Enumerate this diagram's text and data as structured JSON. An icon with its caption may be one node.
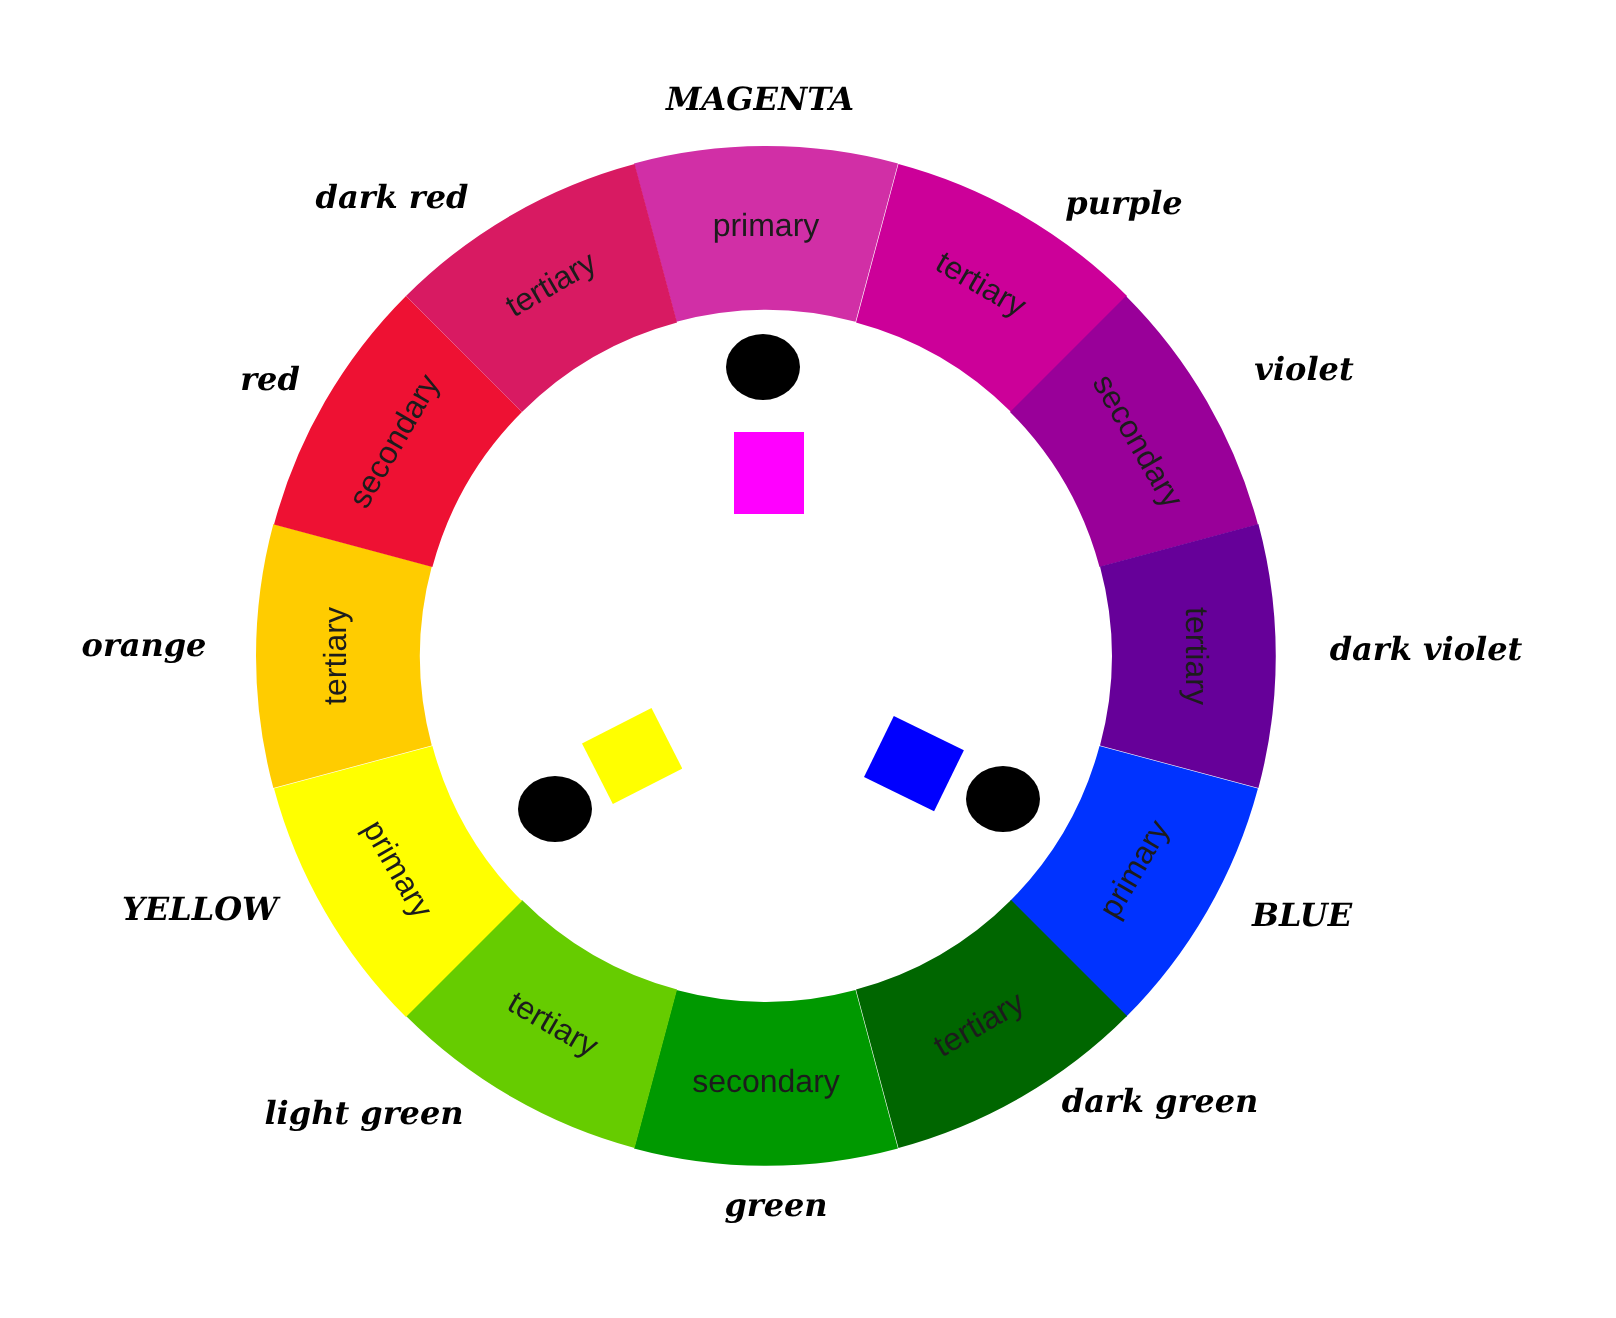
{
  "diagram": {
    "nodes": [
      {
        "text": [
          "primary"
        ],
        "beside": [
          "MAGENTA"
        ]
      },
      {
        "text": [
          "tertiary"
        ],
        "beside": [
          "purple"
        ]
      },
      {
        "text": [
          "secondary"
        ],
        "beside": [
          "violet"
        ]
      },
      {
        "text": [
          "tertiary"
        ],
        "beside": [
          "dark violet"
        ]
      },
      {
        "text": [
          "primary"
        ],
        "beside": [
          "BLUE"
        ]
      },
      {
        "text": [
          "tertiary"
        ],
        "beside": [
          "dark green"
        ]
      },
      {
        "text": [
          "secondary"
        ],
        "beside": [
          "green"
        ]
      },
      {
        "text": [
          "tertiary"
        ],
        "beside": [
          "light green"
        ]
      },
      {
        "text": [
          "primary"
        ],
        "beside": [
          "YELLOW"
        ]
      },
      {
        "text": [
          "tertiary"
        ],
        "beside": [
          "orange"
        ]
      },
      {
        "text": [
          "secondary"
        ],
        "beside": [
          "red"
        ]
      },
      {
        "text": [
          "tertiary"
        ],
        "beside": [
          "dark red"
        ]
      }
    ]
  }
}
